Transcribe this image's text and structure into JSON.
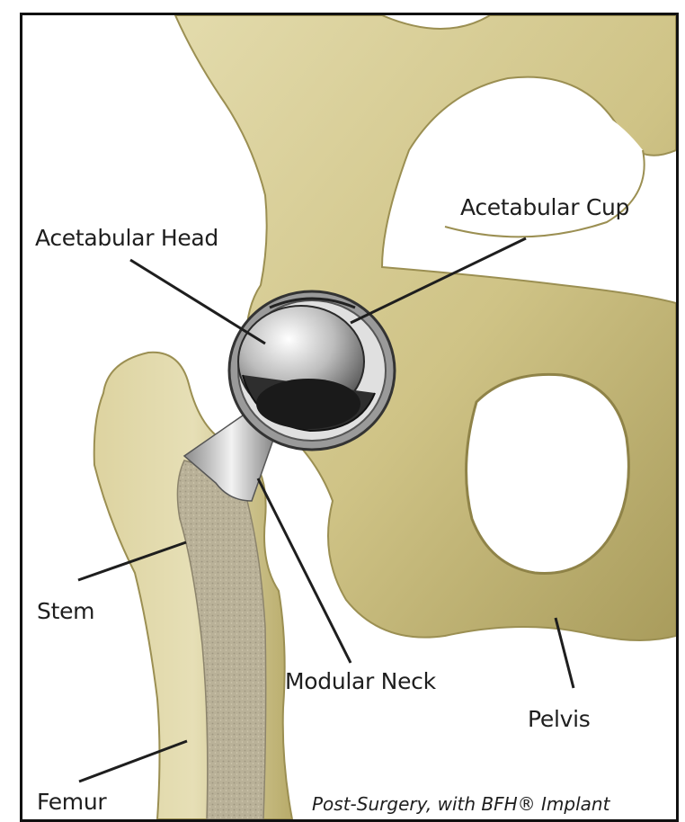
{
  "labels": {
    "acetabular_head": "Acetabular Head",
    "acetabular_cup": "Acetabular Cup",
    "stem": "Stem",
    "modular_neck": "Modular Neck",
    "pelvis": "Pelvis",
    "femur": "Femur"
  },
  "caption": "Post-Surgery, with BFH® Implant",
  "colors": {
    "bone": "#d9cf9a",
    "bone_shadow": "#a79a5a",
    "metal": "#c9c9c9",
    "stem_texture": "#b5ad94",
    "border": "#111111",
    "text": "#1e1e1e"
  }
}
